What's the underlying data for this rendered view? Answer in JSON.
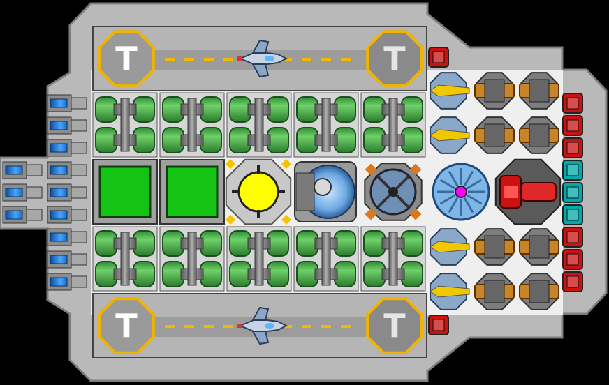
{
  "ship": {
    "hangar_marker_text": "T",
    "colors": {
      "hull": "#b8b8b8",
      "hull_edge": "#8f8f8f",
      "deck": "#ededed",
      "fuel": "#3fa83f",
      "fuel_light": "#63c75f",
      "pipe": "#7c7c7c",
      "screen": "#14c414",
      "reactor": "#ffff00",
      "core": "#ff00ff",
      "red_node": "#cc1111",
      "cyan_node": "#00aaaa",
      "thruster": "#2a7fd4",
      "hangar_ring": "#f0b400",
      "runway_dash": "#f5b800"
    },
    "hangars": [
      {
        "id": "top",
        "marker_left": "T",
        "marker_right": "T",
        "ship_icon": "fighter-ship-icon"
      },
      {
        "id": "bottom",
        "marker_left": "T",
        "marker_right": "T",
        "ship_icon": "fighter-ship-icon"
      }
    ],
    "modules": [
      {
        "name": "control-screen-left",
        "icon": "screen-icon"
      },
      {
        "name": "control-screen-right",
        "icon": "screen-icon"
      },
      {
        "name": "power-reactor",
        "icon": "reactor-icon"
      },
      {
        "name": "shield-generator",
        "icon": "dome-icon"
      },
      {
        "name": "warp-core",
        "icon": "gear-core-icon"
      },
      {
        "name": "energy-core",
        "icon": "turbine-icon"
      },
      {
        "name": "heavy-cannon",
        "icon": "cannon-icon"
      }
    ],
    "weapon_rows": 4,
    "thrusters_main": 9,
    "thrusters_aux": 3,
    "side_nodes": [
      "red",
      "red",
      "red",
      "cyan",
      "cyan",
      "cyan",
      "red",
      "red",
      "red"
    ]
  }
}
